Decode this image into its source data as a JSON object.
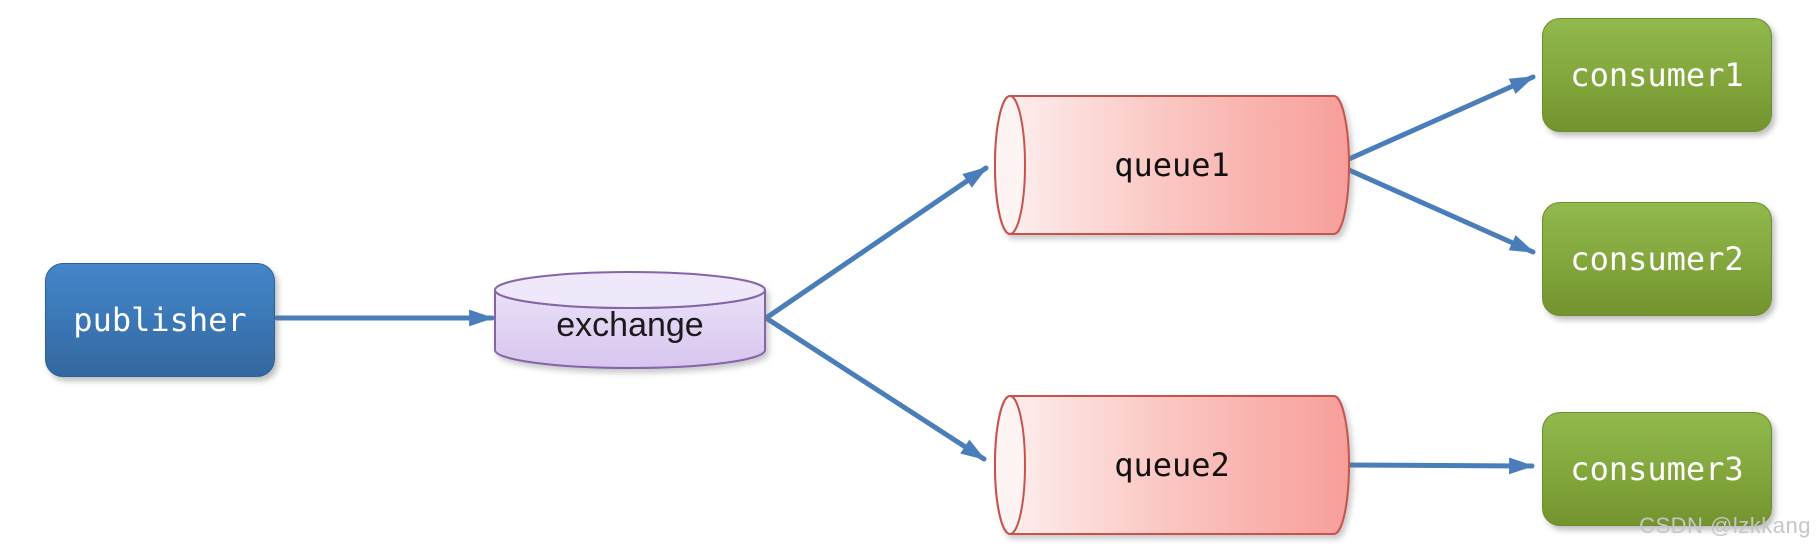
{
  "diagram": {
    "type": "message-flow",
    "arrow_color": "#4a7ebb",
    "nodes": {
      "publisher": {
        "label": "publisher",
        "shape": "rounded-box",
        "fill_top": "#4486c9",
        "fill_bottom": "#33689f",
        "text_color": "#ffffff"
      },
      "exchange": {
        "label": "exchange",
        "shape": "flat-cylinder",
        "fill_light": "#efe7fa",
        "fill_dark": "#d7c5ee",
        "stroke": "#8565a9",
        "text_color": "#1a1a1a"
      },
      "queue1": {
        "label": "queue1",
        "shape": "horizontal-cylinder",
        "fill_light": "#fdf2f1",
        "fill_dark": "#f89e99",
        "stroke": "#c7534e",
        "text_color": "#111111"
      },
      "queue2": {
        "label": "queue2",
        "shape": "horizontal-cylinder",
        "fill_light": "#fdf2f1",
        "fill_dark": "#f89e99",
        "stroke": "#c7534e",
        "text_color": "#111111"
      },
      "consumer1": {
        "label": "consumer1",
        "shape": "rounded-box",
        "fill_top": "#91b94c",
        "fill_bottom": "#73932e",
        "text_color": "#ffffff"
      },
      "consumer2": {
        "label": "consumer2",
        "shape": "rounded-box",
        "fill_top": "#91b94c",
        "fill_bottom": "#73932e",
        "text_color": "#ffffff"
      },
      "consumer3": {
        "label": "consumer3",
        "shape": "rounded-box",
        "fill_top": "#91b94c",
        "fill_bottom": "#73932e",
        "text_color": "#ffffff"
      }
    },
    "edges": [
      {
        "from": "publisher",
        "to": "exchange"
      },
      {
        "from": "exchange",
        "to": "queue1"
      },
      {
        "from": "exchange",
        "to": "queue2"
      },
      {
        "from": "queue1",
        "to": "consumer1"
      },
      {
        "from": "queue1",
        "to": "consumer2"
      },
      {
        "from": "queue2",
        "to": "consumer3"
      }
    ]
  },
  "watermark": {
    "text": "CSDN @lzkkang",
    "color": "#c6c6c6"
  }
}
